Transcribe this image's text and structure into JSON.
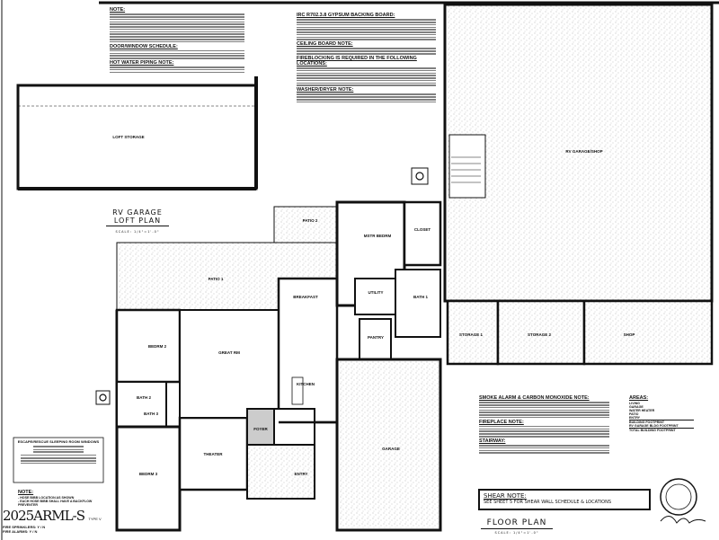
{
  "loft_plan": {
    "title_line1": "RV GARAGE",
    "title_line2": "LOFT PLAN",
    "scale": "SCALE: 1/4\"=1'-0\"",
    "room": "LOFT STORAGE"
  },
  "floor_plan": {
    "title": "FLOOR PLAN",
    "scale": "SCALE: 1/4\"=1'-0\"",
    "rooms": [
      "RV GARAGE/SHOP",
      "CLOSET",
      "MSTR BEDRM",
      "PATIO 2",
      "PATIO 1",
      "BREAKFAST",
      "UTILITY",
      "BATH 1",
      "PANTRY",
      "GREAT RM",
      "BEDRM 2",
      "KITCHEN",
      "STORAGE 1",
      "STORAGE 2",
      "SHOP",
      "GARAGE",
      "FOYER",
      "ENTRY",
      "THEATER",
      "BEDRM 3",
      "BATH 2",
      "BATH 3"
    ]
  },
  "notes": {
    "general_heading": "NOTE:",
    "door_window_heading": "DOOR/WINDOW SCHEDULE:",
    "hot_water_heading": "HOT WATER PIPING NOTE:",
    "gypsum_heading": "IRC R702.3.8 GYPSUM BACKING BOARD:",
    "ceiling_heading": "CEILING BOARD NOTE:",
    "fireblocking_heading": "FIREBLOCKING IS REQUIRED IN THE FOLLOWING LOCATIONS:",
    "washer_dryer_heading": "WASHER/DRYER NOTE:",
    "smoke_heading": "SMOKE ALARM & CARBON MONOXIDE NOTE:",
    "fireplace_heading": "FIREPLACE NOTE:",
    "stairway_heading": "STAIRWAY:",
    "escape_heading": "ESCAPE/RESCUE SLEEPING ROOM WINDOWS",
    "bottom_note_heading": "NOTE:",
    "bottom_note_lines": [
      "- HOSE BIBB LOCATION AS SHOWN",
      "- EACH HOSE BIBB SHALL HAVE A BACKFLOW PREVENTER"
    ]
  },
  "areas": {
    "heading": "AREAS:",
    "rows": [
      "LIVING",
      "GARAGE",
      "WATER HEATER",
      "PATIO",
      "ENTRY",
      "BUILDING FOOTPRINT",
      "RV GARAGE BLDG FOOTPRINT",
      "TOTAL BUILDING FOOTPRINT"
    ]
  },
  "shear_note": {
    "heading": "SHEAR NOTE:",
    "text": "SEE SHEET 5 FOR SHEAR WALL SCHEDULE & LOCATIONS"
  },
  "code_block": {
    "logo_text": "2025ARML-S",
    "type": "TYPE V",
    "fire_sprinklers": "FIRE SPRINKLERS: Y / N",
    "fire_alarms": "FIRE ALARMS: Y / N"
  },
  "colors": {
    "ink": "#111111",
    "stipple": "#bdbdbd",
    "paper": "#ffffff"
  }
}
